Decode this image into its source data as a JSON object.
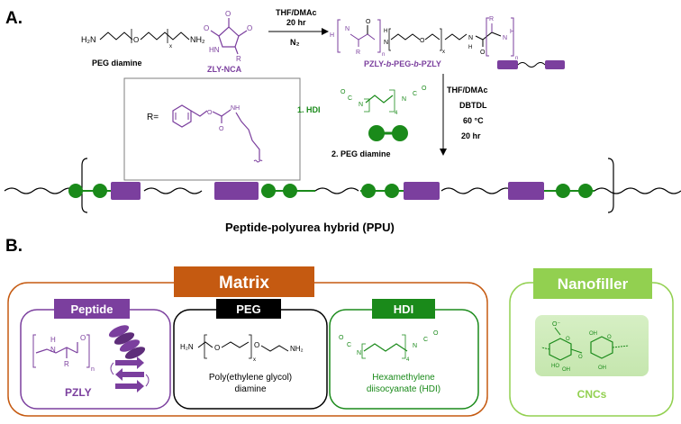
{
  "section_a": {
    "label": "A.",
    "peg_diamine": {
      "h2n": "H₂N",
      "o": "O",
      "x": "x",
      "nh2": "NH₂",
      "caption": "PEG diamine"
    },
    "zly_nca": {
      "o1": "O",
      "o2": "O",
      "o3": "O",
      "hn": "HN",
      "r": "R",
      "caption": "ZLY-NCA"
    },
    "step1": {
      "solvent": "THF/DMAc",
      "time": "20 hr",
      "gas": "N₂"
    },
    "triblock": {
      "h_left": "H",
      "n_left": "N",
      "r_left": "R",
      "n_sub_left": "n",
      "o_left": "O",
      "nh_left": "H",
      "n_mid": "N",
      "o_peg": "O",
      "x": "x",
      "o_right": "O",
      "nh_right": "N",
      "h_right": "H",
      "r_right": "R",
      "n_right_end": "N",
      "h_end": "H",
      "n_sub_right": "n",
      "caption_parts": [
        "PZLY-",
        "b",
        "-PEG-",
        "b",
        "-PZLY"
      ]
    },
    "r_group": {
      "label": "R=",
      "o1": "O",
      "o2": "O",
      "nh": "NH"
    },
    "step2": {
      "step1_label": "1. HDI",
      "o_left": "O",
      "c_left": "C",
      "n_left": "N",
      "sub": "4",
      "n_right": "N",
      "c_right": "C",
      "o_right": "O",
      "step2_label": "2. PEG diamine",
      "conditions": [
        "THF/DMAc",
        "DBTDL",
        "60 °C",
        "20 hr"
      ]
    },
    "ppu_caption": "Peptide-polyurea hybrid (PPU)"
  },
  "section_b": {
    "label": "B.",
    "matrix_title": "Matrix",
    "nanofiller_title": "Nanofiller",
    "peptide": {
      "title": "Peptide",
      "h": "H",
      "n": "N",
      "o": "O",
      "r": "R",
      "sub": "n",
      "caption": "PZLY"
    },
    "peg": {
      "title": "PEG",
      "h2n": "H₂N",
      "o1": "O",
      "o2": "O",
      "x": "x",
      "nh2": "NH₂",
      "caption_lines": [
        "Poly(ethylene glycol)",
        "diamine"
      ]
    },
    "hdi": {
      "title": "HDI",
      "o_left": "O",
      "c_left": "C",
      "n_left": "N",
      "sub": "4",
      "n_right": "N",
      "c_right": "C",
      "o_right": "O",
      "caption_lines": [
        "Hexamethylene",
        "diisocyanate (HDI)"
      ]
    },
    "cnc": {
      "o_minus": "O⁻",
      "o_ring1": "O",
      "o_ring2": "O",
      "ho1": "HO",
      "oh1": "OH",
      "oh2": "OH",
      "oh3": "OH",
      "o_glyco": "O",
      "caption": "CNCs"
    }
  },
  "colors": {
    "purple": "#7b3f9e",
    "green": "#1a8a1a",
    "orange": "#c55a11",
    "light_green": "#92d050",
    "black": "#000000"
  }
}
